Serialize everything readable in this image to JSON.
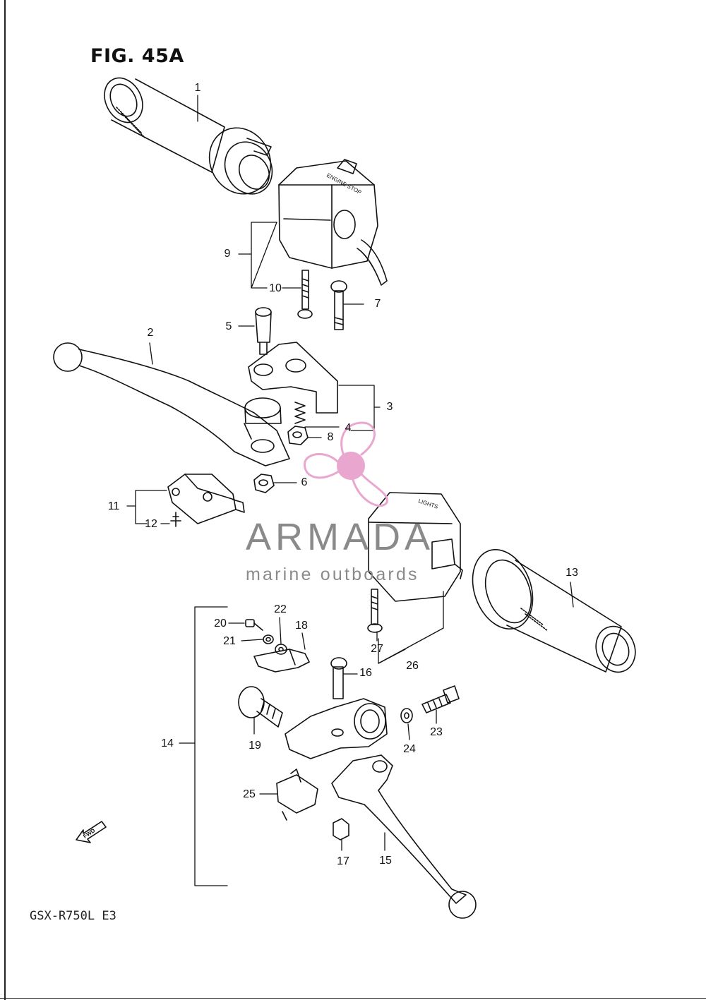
{
  "figure_title": "FIG. 45A",
  "model_code": "GSX-R750L  E3",
  "fwd_label": "FWD",
  "switch_labels": {
    "engine_stop": "ENGINE STOP",
    "lights": "LIGHTS"
  },
  "watermark": {
    "name": "ARMADA",
    "tagline": "marine outboards",
    "logo_color": "#e9a6cf",
    "text_color": "#8a8a8a"
  },
  "callouts": {
    "c1": "1",
    "c2": "2",
    "c3": "3",
    "c4": "4",
    "c5": "5",
    "c6": "6",
    "c7": "7",
    "c8": "8",
    "c9": "9",
    "c10": "10",
    "c11": "11",
    "c12": "12",
    "c13": "13",
    "c14": "14",
    "c15": "15",
    "c16": "16",
    "c17": "17",
    "c18": "18",
    "c19": "19",
    "c20": "20",
    "c21": "21",
    "c22": "22",
    "c23": "23",
    "c24": "24",
    "c25": "25",
    "c26": "26",
    "c27": "27"
  }
}
